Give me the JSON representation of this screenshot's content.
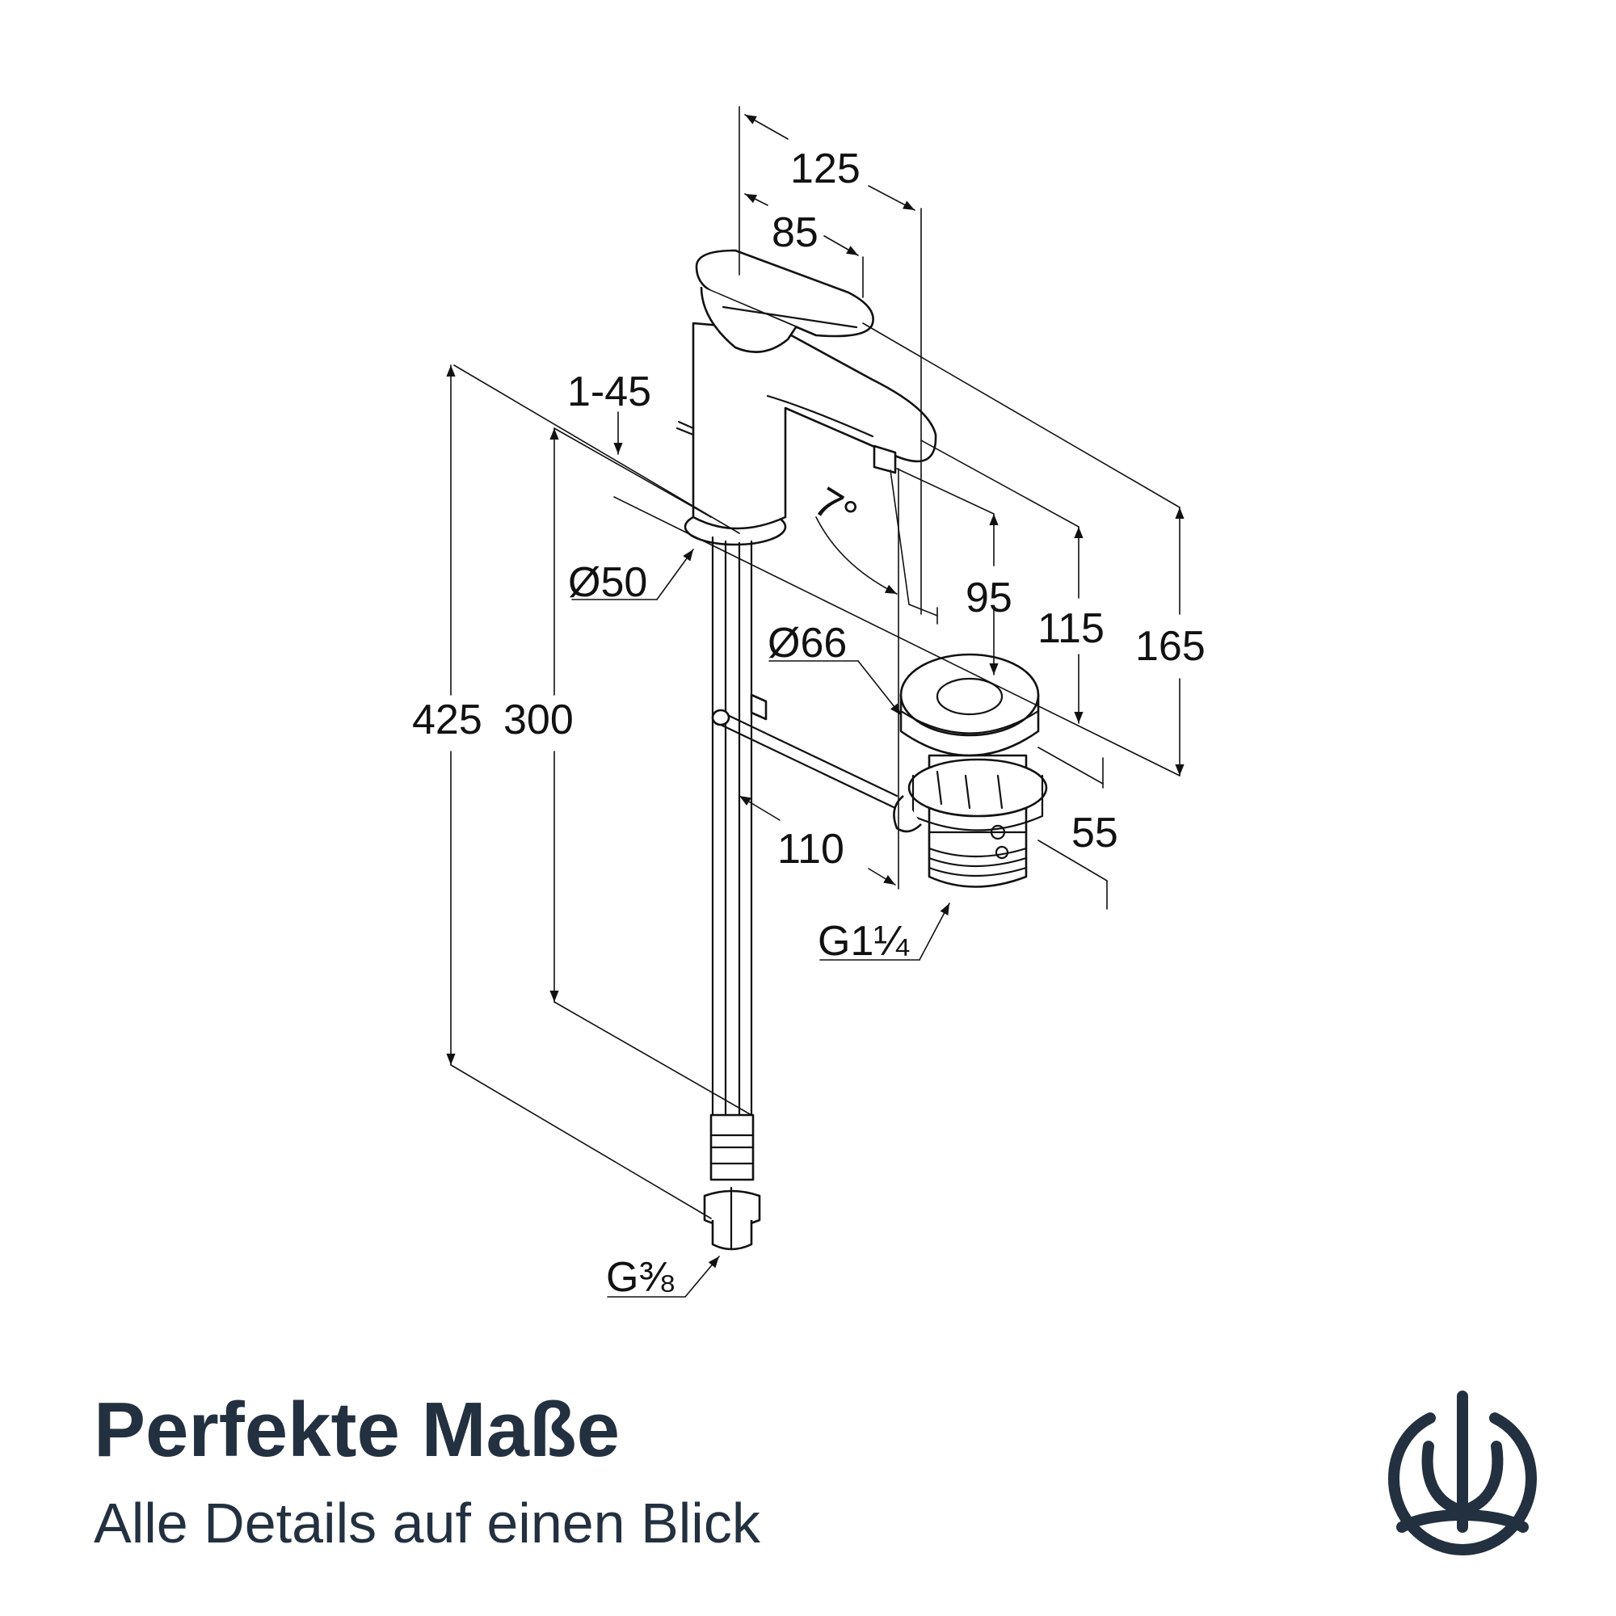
{
  "dimensions": {
    "width_total": "125",
    "width_spout": "85",
    "angle": "7°",
    "lever": "1-45",
    "base_diameter": "Ø50",
    "height_95": "95",
    "height_115": "115",
    "height_165": "165",
    "drain_diameter": "Ø66",
    "height_total": "425",
    "height_hose": "300",
    "reach": "110",
    "drain_depth": "55",
    "drain_thread": "G1¼",
    "hose_thread": "G⅜"
  },
  "caption": {
    "title": "Perfekte Maße",
    "subtitle": "Alle Details auf einen Blick"
  },
  "colors": {
    "caption": "#23303f",
    "line": "#111111"
  },
  "logo": {
    "icon": "brand-tulip-icon"
  }
}
